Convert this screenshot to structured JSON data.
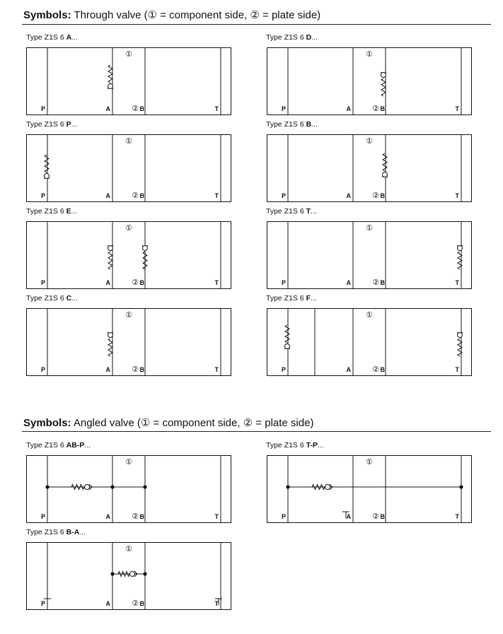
{
  "through": {
    "heading_bold": "Symbols:",
    "heading_rest": " Through valve (① = component side, ② = plate side)"
  },
  "angled": {
    "heading_bold": "Symbols:",
    "heading_rest": " Angled valve (① = component side, ② = plate side)"
  },
  "ports": {
    "p": "P",
    "a": "A",
    "b": "B",
    "t": "T",
    "side1": "①",
    "side2": "②"
  },
  "diagrams": [
    {
      "prefix": "Type Z1S 6 ",
      "code": "A",
      "suffix": "..."
    },
    {
      "prefix": "Type Z1S 6 ",
      "code": "D",
      "suffix": "..."
    },
    {
      "prefix": "Type Z1S 6 ",
      "code": "P",
      "suffix": "..."
    },
    {
      "prefix": "Type Z1S 6 ",
      "code": "B",
      "suffix": "..."
    },
    {
      "prefix": "Type Z1S 6 ",
      "code": "E",
      "suffix": "..."
    },
    {
      "prefix": "Type Z1S 6 ",
      "code": "T",
      "suffix": "..."
    },
    {
      "prefix": "Type Z1S 6 ",
      "code": "C",
      "suffix": "..."
    },
    {
      "prefix": "Type Z1S 6 ",
      "code": "F",
      "suffix": "..."
    },
    {
      "prefix": "Type Z1S 6 ",
      "code": "AB-P",
      "suffix": "..."
    },
    {
      "prefix": "Type Z1S 6 ",
      "code": "T-P",
      "suffix": "..."
    },
    {
      "prefix": "Type Z1S 6 ",
      "code": "B-A",
      "suffix": "..."
    }
  ]
}
